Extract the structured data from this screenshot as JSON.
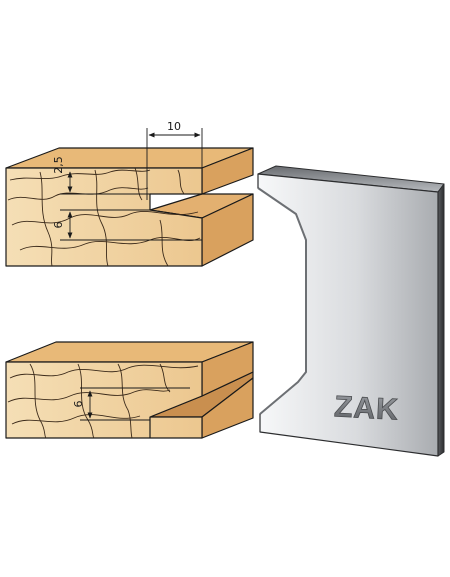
{
  "dimensions": {
    "top_width": "10",
    "top_offset": "2,5",
    "top_tongue": "6",
    "bottom_tongue": "6"
  },
  "cutter": {
    "brand": "ZAK"
  },
  "colors": {
    "wood_face": "#f2d6a6",
    "wood_top": "#e8b978",
    "wood_side": "#d9a15e",
    "grain": "#3b2a1a",
    "steel_light": "#f4f5f6",
    "steel_dark": "#3a3b3d"
  }
}
